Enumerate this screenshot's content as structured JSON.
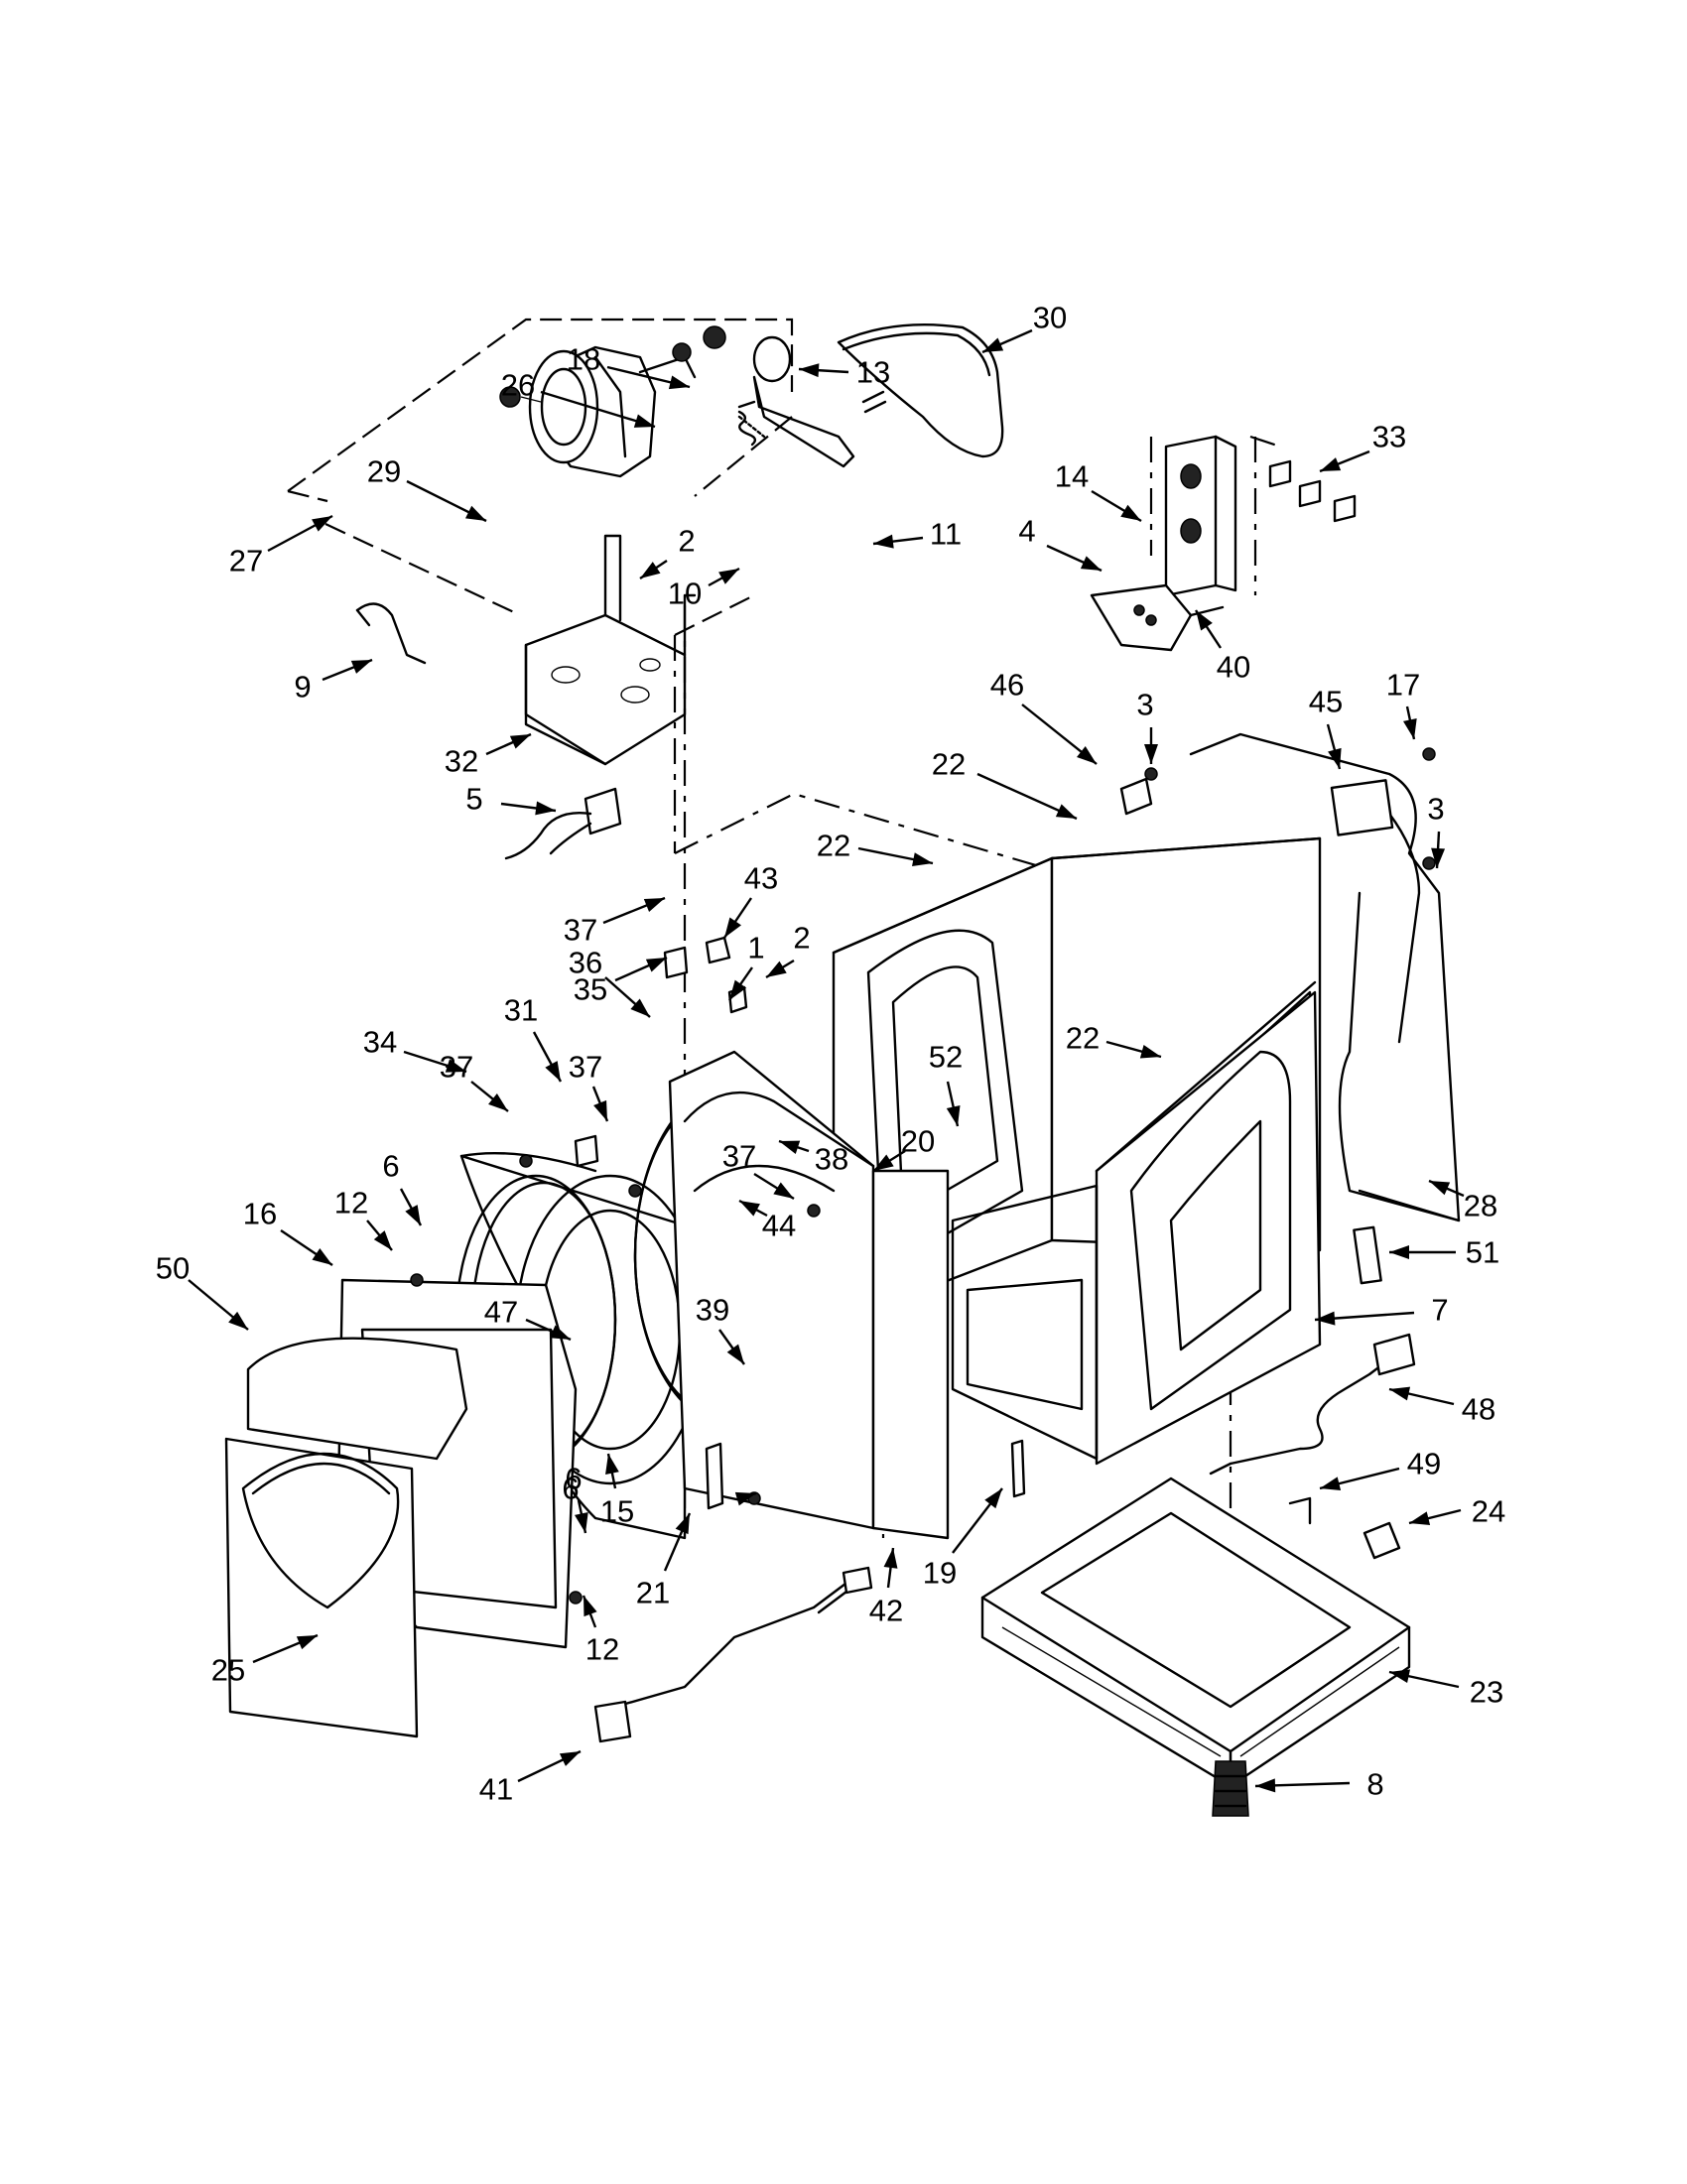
{
  "callouts": [
    "1",
    "2",
    "3",
    "4",
    "5",
    "6",
    "7",
    "8",
    "9",
    "10",
    "11",
    "12",
    "13",
    "14",
    "15",
    "16",
    "17",
    "18",
    "19",
    "20",
    "21",
    "22",
    "23",
    "24",
    "25",
    "26",
    "27",
    "28",
    "29",
    "30",
    "31",
    "32",
    "33",
    "34",
    "35",
    "36",
    "37",
    "38",
    "39",
    "40",
    "41",
    "42",
    "43",
    "44",
    "45",
    "46",
    "47",
    "48",
    "49",
    "50",
    "51",
    "52"
  ]
}
